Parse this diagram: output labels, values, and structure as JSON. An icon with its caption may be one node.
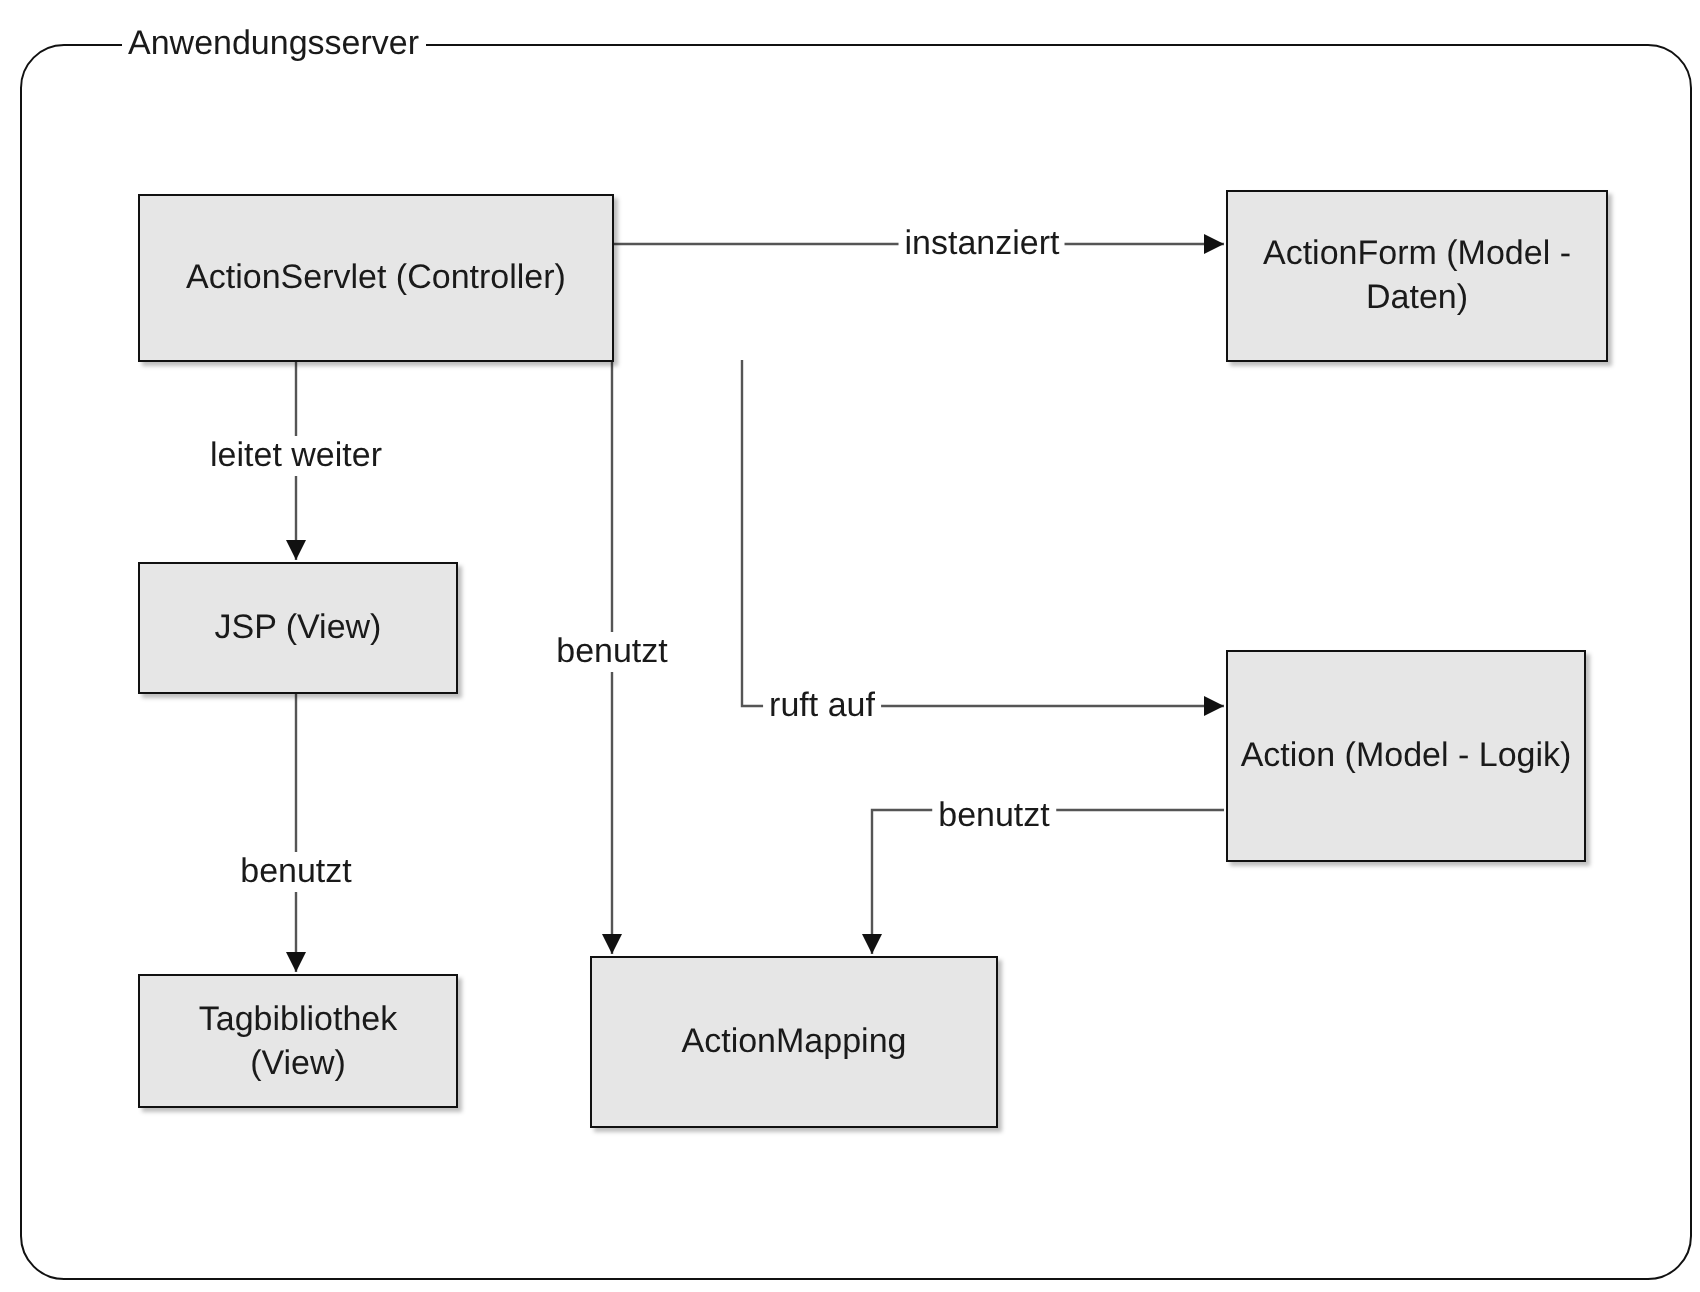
{
  "diagram": {
    "nodes": [
      {
        "text": [
          "Anwendungsserver"
        ]
      },
      {
        "text": [
          "ActionServlet (Controller)"
        ],
        "in": 0
      },
      {
        "text": [
          "ActionForm (Model - Daten)"
        ],
        "in": 0
      },
      {
        "text": [
          "JSP (View)"
        ],
        "in": 0
      },
      {
        "text": [
          "Tagbibliothek (View)"
        ],
        "in": 0
      },
      {
        "text": [
          "ActionMapping"
        ],
        "in": 0
      },
      {
        "text": [
          "Action (Model - Logik)"
        ],
        "in": 0
      }
    ],
    "edges": [
      {
        "from": 1,
        "to": 2,
        "arrow": "to",
        "label": "instanziert"
      },
      {
        "from": 1,
        "to": 3,
        "arrow": "to",
        "label": "leitet weiter"
      },
      {
        "from": 1,
        "to": 5,
        "arrow": "to",
        "label": "benutzt"
      },
      {
        "from": 1,
        "to": 6,
        "arrow": "to",
        "label": "ruft auf"
      },
      {
        "from": 3,
        "to": 4,
        "arrow": "to",
        "label": "benutzt"
      },
      {
        "from": 6,
        "to": 5,
        "arrow": "to",
        "label": "benutzt"
      }
    ]
  }
}
